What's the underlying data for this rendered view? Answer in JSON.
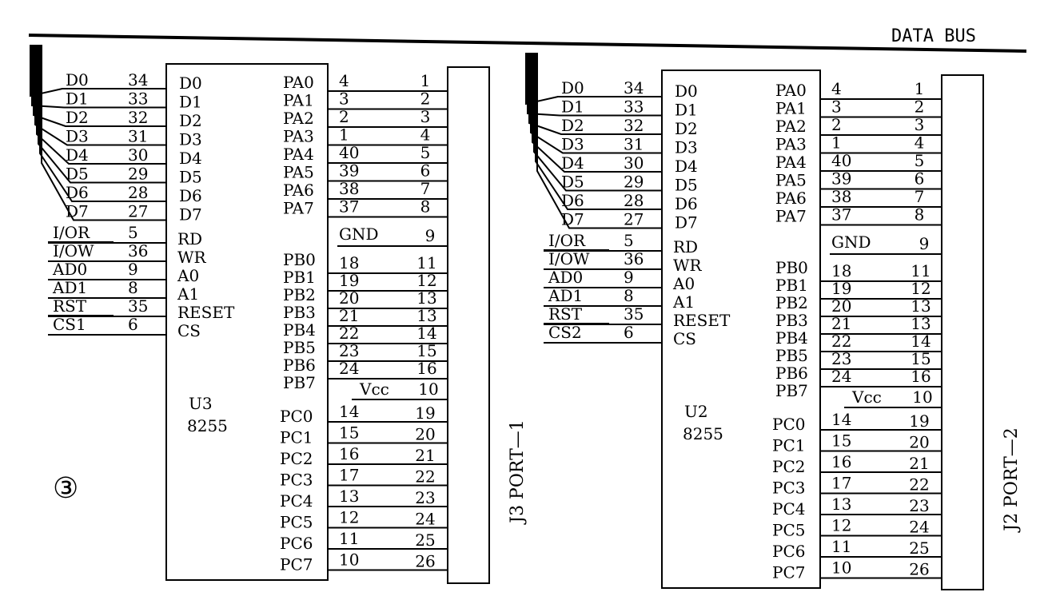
{
  "bus_label": "DATA BUS",
  "figure_label": "③",
  "groups": [
    {
      "id": "left",
      "chip_name": "U3",
      "chip_part": "8255",
      "connector_label": "J3  PORT—1",
      "data_lines": [
        {
          "signal": "D0",
          "pin": "34",
          "chip_pin": "D0"
        },
        {
          "signal": "D1",
          "pin": "33",
          "chip_pin": "D1"
        },
        {
          "signal": "D2",
          "pin": "32",
          "chip_pin": "D2"
        },
        {
          "signal": "D3",
          "pin": "31",
          "chip_pin": "D3"
        },
        {
          "signal": "D4",
          "pin": "30",
          "chip_pin": "D4"
        },
        {
          "signal": "D5",
          "pin": "29",
          "chip_pin": "D5"
        },
        {
          "signal": "D6",
          "pin": "28",
          "chip_pin": "D6"
        },
        {
          "signal": "D7",
          "pin": "27",
          "chip_pin": "D7"
        }
      ],
      "control_lines": [
        {
          "signal": "I/OR",
          "pin": "5",
          "chip_pin": "RD"
        },
        {
          "signal": "I/OW",
          "pin": "36",
          "chip_pin": "WR"
        },
        {
          "signal": "AD0",
          "pin": "9",
          "chip_pin": "A0"
        },
        {
          "signal": "AD1",
          "pin": "8",
          "chip_pin": "A1"
        },
        {
          "signal": "RST",
          "pin": "35",
          "chip_pin": "RESET"
        },
        {
          "signal": "CS1",
          "pin": "6",
          "chip_pin": "CS"
        }
      ],
      "port_a": [
        {
          "name": "PA0",
          "chip": "4",
          "conn": "1"
        },
        {
          "name": "PA1",
          "chip": "3",
          "conn": "2"
        },
        {
          "name": "PA2",
          "chip": "2",
          "conn": "3"
        },
        {
          "name": "PA3",
          "chip": "1",
          "conn": "4"
        },
        {
          "name": "PA4",
          "chip": "40",
          "conn": "5"
        },
        {
          "name": "PA5",
          "chip": "39",
          "conn": "6"
        },
        {
          "name": "PA6",
          "chip": "38",
          "conn": "7"
        },
        {
          "name": "PA7",
          "chip": "37",
          "conn": "8"
        }
      ],
      "gnd": {
        "label": "GND",
        "conn": "9"
      },
      "port_b": [
        {
          "name": "PB0",
          "chip": "18",
          "conn": "11"
        },
        {
          "name": "PB1",
          "chip": "19",
          "conn": "12"
        },
        {
          "name": "PB2",
          "chip": "20",
          "conn": "13"
        },
        {
          "name": "PB3",
          "chip": "21",
          "conn": "13"
        },
        {
          "name": "PB4",
          "chip": "22",
          "conn": "14"
        },
        {
          "name": "PB5",
          "chip": "23",
          "conn": "15"
        },
        {
          "name": "PB6",
          "chip": "24",
          "conn": "16"
        },
        {
          "name": "PB7",
          "chip": "",
          "conn": ""
        }
      ],
      "vcc": {
        "label": "Vcc",
        "conn": "10"
      },
      "port_c": [
        {
          "name": "PC0",
          "chip": "14",
          "conn": "19"
        },
        {
          "name": "PC1",
          "chip": "15",
          "conn": "20"
        },
        {
          "name": "PC2",
          "chip": "16",
          "conn": "21"
        },
        {
          "name": "PC3",
          "chip": "17",
          "conn": "22"
        },
        {
          "name": "PC4",
          "chip": "13",
          "conn": "23"
        },
        {
          "name": "PC5",
          "chip": "12",
          "conn": "24"
        },
        {
          "name": "PC6",
          "chip": "11",
          "conn": "25"
        },
        {
          "name": "PC7",
          "chip": "10",
          "conn": "26"
        }
      ]
    },
    {
      "id": "right",
      "chip_name": "U2",
      "chip_part": "8255",
      "connector_label": "J2  PORT—2",
      "data_lines": [
        {
          "signal": "D0",
          "pin": "34",
          "chip_pin": "D0"
        },
        {
          "signal": "D1",
          "pin": "33",
          "chip_pin": "D1"
        },
        {
          "signal": "D2",
          "pin": "32",
          "chip_pin": "D2"
        },
        {
          "signal": "D3",
          "pin": "31",
          "chip_pin": "D3"
        },
        {
          "signal": "D4",
          "pin": "30",
          "chip_pin": "D4"
        },
        {
          "signal": "D5",
          "pin": "29",
          "chip_pin": "D5"
        },
        {
          "signal": "D6",
          "pin": "28",
          "chip_pin": "D6"
        },
        {
          "signal": "D7",
          "pin": "27",
          "chip_pin": "D7"
        }
      ],
      "control_lines": [
        {
          "signal": "I/OR",
          "pin": "5",
          "chip_pin": "RD"
        },
        {
          "signal": "I/OW",
          "pin": "36",
          "chip_pin": "WR"
        },
        {
          "signal": "AD0",
          "pin": "9",
          "chip_pin": "A0"
        },
        {
          "signal": "AD1",
          "pin": "8",
          "chip_pin": "A1"
        },
        {
          "signal": "RST",
          "pin": "35",
          "chip_pin": "RESET"
        },
        {
          "signal": "CS2",
          "pin": "6",
          "chip_pin": "CS"
        }
      ],
      "port_a": [
        {
          "name": "PA0",
          "chip": "4",
          "conn": "1"
        },
        {
          "name": "PA1",
          "chip": "3",
          "conn": "2"
        },
        {
          "name": "PA2",
          "chip": "2",
          "conn": "3"
        },
        {
          "name": "PA3",
          "chip": "1",
          "conn": "4"
        },
        {
          "name": "PA4",
          "chip": "40",
          "conn": "5"
        },
        {
          "name": "PA5",
          "chip": "39",
          "conn": "6"
        },
        {
          "name": "PA6",
          "chip": "38",
          "conn": "7"
        },
        {
          "name": "PA7",
          "chip": "37",
          "conn": "8"
        }
      ],
      "gnd": {
        "label": "GND",
        "conn": "9"
      },
      "port_b": [
        {
          "name": "PB0",
          "chip": "18",
          "conn": "11"
        },
        {
          "name": "PB1",
          "chip": "19",
          "conn": "12"
        },
        {
          "name": "PB2",
          "chip": "20",
          "conn": "13"
        },
        {
          "name": "PB3",
          "chip": "21",
          "conn": "13"
        },
        {
          "name": "PB4",
          "chip": "22",
          "conn": "14"
        },
        {
          "name": "PB5",
          "chip": "23",
          "conn": "15"
        },
        {
          "name": "PB6",
          "chip": "24",
          "conn": "16"
        },
        {
          "name": "PB7",
          "chip": "",
          "conn": ""
        }
      ],
      "vcc": {
        "label": "Vcc",
        "conn": "10"
      },
      "port_c": [
        {
          "name": "PC0",
          "chip": "14",
          "conn": "19"
        },
        {
          "name": "PC1",
          "chip": "15",
          "conn": "20"
        },
        {
          "name": "PC2",
          "chip": "16",
          "conn": "21"
        },
        {
          "name": "PC3",
          "chip": "17",
          "conn": "22"
        },
        {
          "name": "PC4",
          "chip": "13",
          "conn": "23"
        },
        {
          "name": "PC5",
          "chip": "12",
          "conn": "24"
        },
        {
          "name": "PC6",
          "chip": "11",
          "conn": "25"
        },
        {
          "name": "PC7",
          "chip": "10",
          "conn": "26"
        }
      ]
    }
  ]
}
